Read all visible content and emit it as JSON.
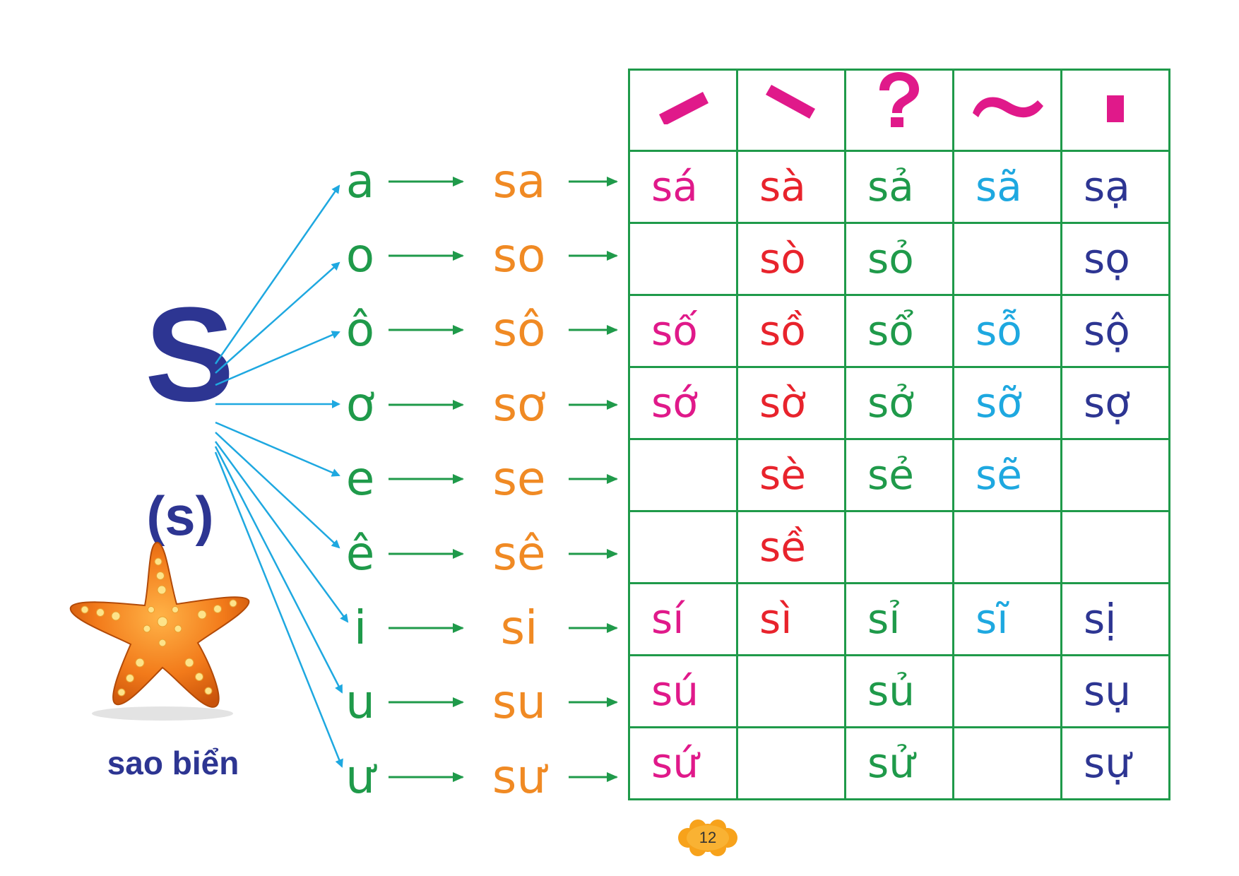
{
  "consonant": {
    "letter": "S",
    "paren_label": "(s)",
    "word": "sao biển",
    "picture": "starfish"
  },
  "rows": [
    {
      "vowel": "a",
      "syllable": "sa",
      "tones": [
        "sá",
        "sà",
        "sả",
        "sã",
        "sạ"
      ]
    },
    {
      "vowel": "o",
      "syllable": "so",
      "tones": [
        "",
        "sò",
        "sỏ",
        "",
        "sọ"
      ]
    },
    {
      "vowel": "ô",
      "syllable": "sô",
      "tones": [
        "số",
        "sồ",
        "sổ",
        "sỗ",
        "sộ"
      ]
    },
    {
      "vowel": "ơ",
      "syllable": "sơ",
      "tones": [
        "sớ",
        "sờ",
        "sở",
        "sỡ",
        "sợ"
      ]
    },
    {
      "vowel": "e",
      "syllable": "se",
      "tones": [
        "",
        "sè",
        "sẻ",
        "sẽ",
        ""
      ]
    },
    {
      "vowel": "ê",
      "syllable": "sê",
      "tones": [
        "",
        "sề",
        "",
        "",
        ""
      ]
    },
    {
      "vowel": "i",
      "syllable": "si",
      "tones": [
        "sí",
        "sì",
        "sỉ",
        "sĩ",
        "sị"
      ]
    },
    {
      "vowel": "u",
      "syllable": "su",
      "tones": [
        "sú",
        "",
        "sủ",
        "",
        "sụ"
      ]
    },
    {
      "vowel": "ư",
      "syllable": "sư",
      "tones": [
        "sứ",
        "",
        "sử",
        "",
        "sự"
      ]
    }
  ],
  "tone_marks": [
    "acute-mark-icon",
    "grave-mark-icon",
    "hook-mark-icon",
    "tilde-mark-icon",
    "dot-mark-icon"
  ],
  "tone_colors": [
    "#e0198a",
    "#e8232c",
    "#1f9a4a",
    "#1ea8e0",
    "#2d3592"
  ],
  "colors": {
    "consonant": "#2d3592",
    "vowel": "#1f9a4a",
    "syllable": "#f08a24",
    "arrow_blue": "#1ea8e0",
    "arrow_green": "#1f9a4a",
    "table_border": "#1f9a4a",
    "tone_mark": "#e0198a"
  },
  "page_number": "12"
}
